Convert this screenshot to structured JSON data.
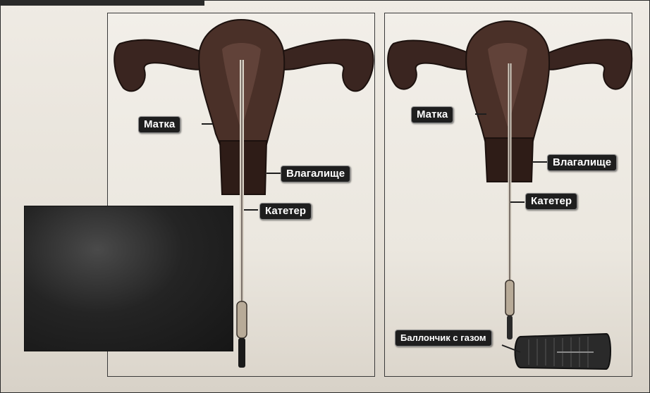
{
  "labels": {
    "uterus": "Матка",
    "vagina": "Влагалище",
    "catheter": "Катетер",
    "gas_canister": "Баллончик с газом"
  },
  "colors": {
    "organ": "#4a3028",
    "organ_dark": "#2e1c17",
    "label_bg": "#1e1e1e",
    "label_text": "#ffffff"
  }
}
